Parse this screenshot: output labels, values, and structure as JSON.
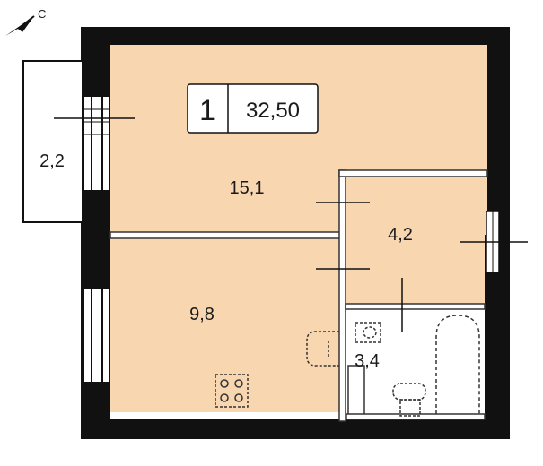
{
  "compass": {
    "letter": "С"
  },
  "apartment": {
    "rooms_count": "1",
    "total_area": "32,50"
  },
  "rooms": {
    "living": "15,1",
    "bedroom": "9,8",
    "kitchen": "4,2",
    "bathroom": "3,4",
    "balcony": "2,2"
  },
  "colors": {
    "floor": "#F8D7B0",
    "wall": "#111111",
    "fixture": "#333333"
  }
}
